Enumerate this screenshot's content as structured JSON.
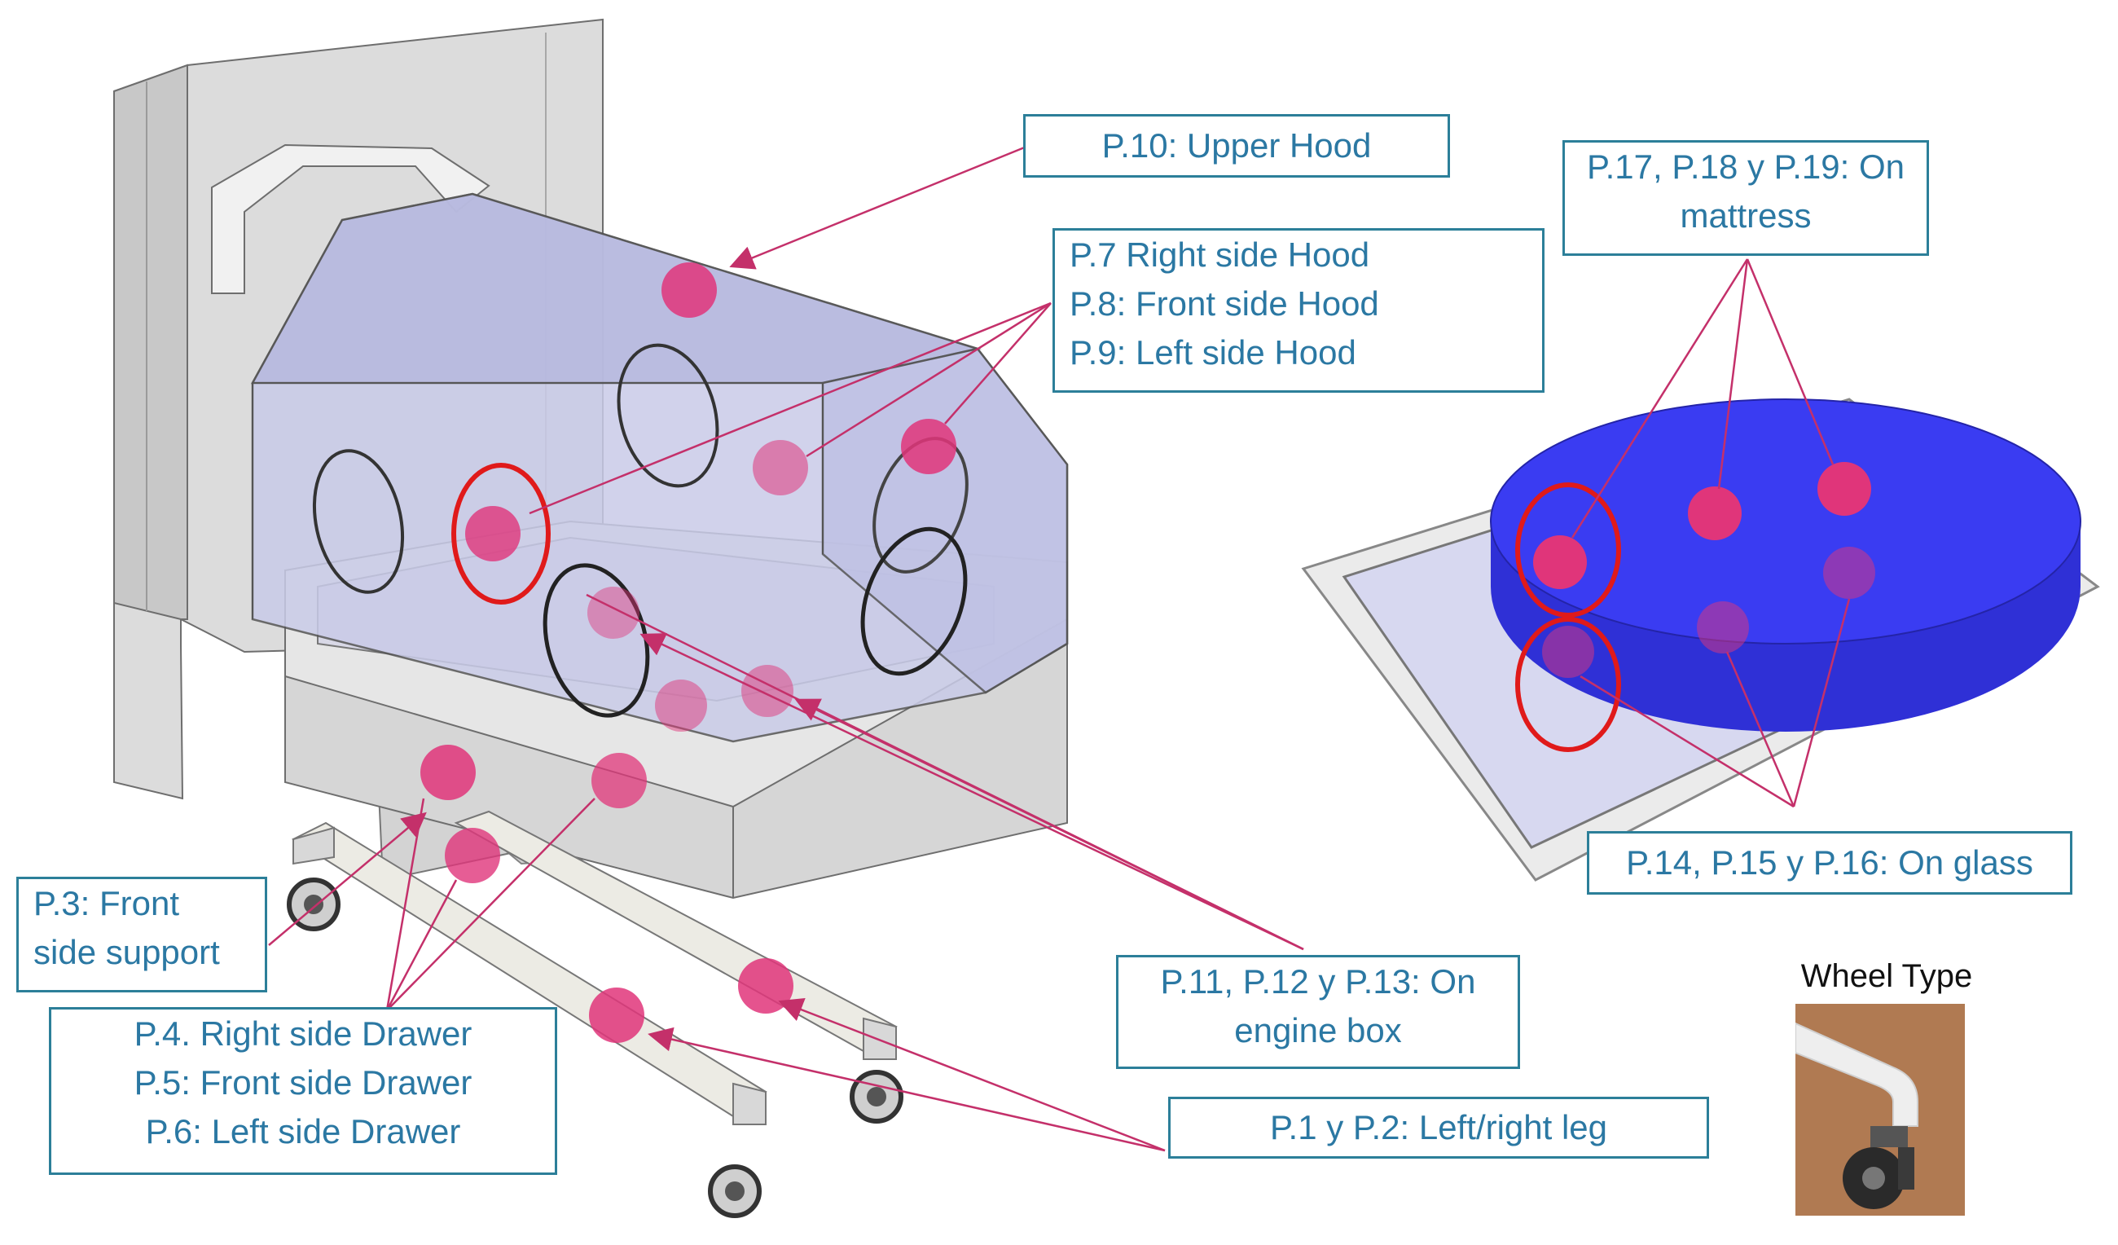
{
  "labels": {
    "upper_hood": "P.10: Upper Hood",
    "side_hoods": [
      "P.7 Right side Hood",
      "P.8: Front side Hood",
      "P.9: Left side Hood"
    ],
    "mattress": [
      "P.17, P.18 y P.19: On",
      "mattress"
    ],
    "glass": "P.14, P.15 y P.16: On glass",
    "front_support": [
      "P.3: Front",
      "side support"
    ],
    "drawers": [
      "P.4. Right side Drawer",
      "P.5: Front side Drawer",
      "P.6: Left side Drawer"
    ],
    "engine_box": [
      "P.11, P.12 y P.13: On",
      "engine box"
    ],
    "legs": "P.1 y P.2: Left/right leg",
    "wheel_type": "Wheel Type"
  },
  "colors": {
    "label_border": "#2c7f99",
    "label_text": "#2b78a3",
    "marker": "#e0357a",
    "leader_line": "#c4306a",
    "highlight_ring": "#e01a1a",
    "hood": "#c9cbe8",
    "mattress": "#3a3cf2",
    "glass": "#d7d8f0",
    "frame": "#dadada"
  }
}
